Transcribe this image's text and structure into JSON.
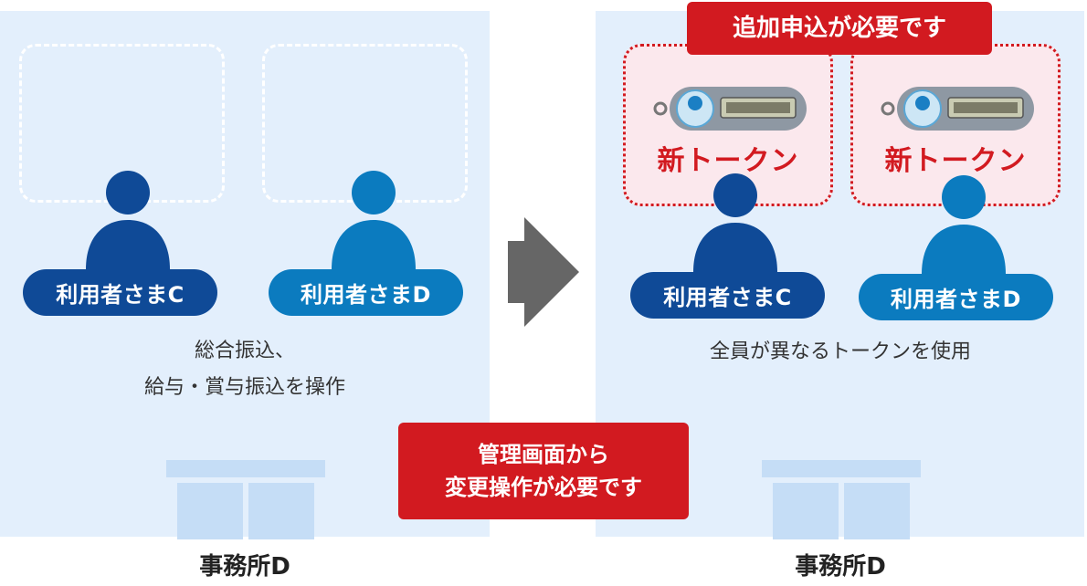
{
  "left": {
    "users": [
      {
        "label": "利用者さまC",
        "color": "#0f4a97"
      },
      {
        "label": "利用者さまD",
        "color": "#0b7bbf"
      }
    ],
    "caption_lines": [
      "総合振込、",
      "給与・賞与振込を操作"
    ],
    "office_label": "事務所D"
  },
  "right": {
    "callout": "追加申込が必要です",
    "tokens": [
      {
        "label": "新トークン"
      },
      {
        "label": "新トークン"
      }
    ],
    "users": [
      {
        "label": "利用者さまC",
        "color": "#0f4a97"
      },
      {
        "label": "利用者さまD",
        "color": "#0b7bbf"
      }
    ],
    "caption": "全員が異なるトークンを使用",
    "office_label": "事務所D"
  },
  "center_callout_lines": [
    "管理画面から",
    "変更操作が必要です"
  ],
  "colors": {
    "panel_bg": "#e3effc",
    "accent_red": "#d21a20",
    "user_dark_blue": "#0f4a97",
    "user_light_blue": "#0b7bbf",
    "arrow_gray": "#666666"
  },
  "icons": {
    "user": "person-icon",
    "arrow": "arrow-right-icon",
    "token": "hardware-token-icon",
    "office": "building-icon"
  }
}
